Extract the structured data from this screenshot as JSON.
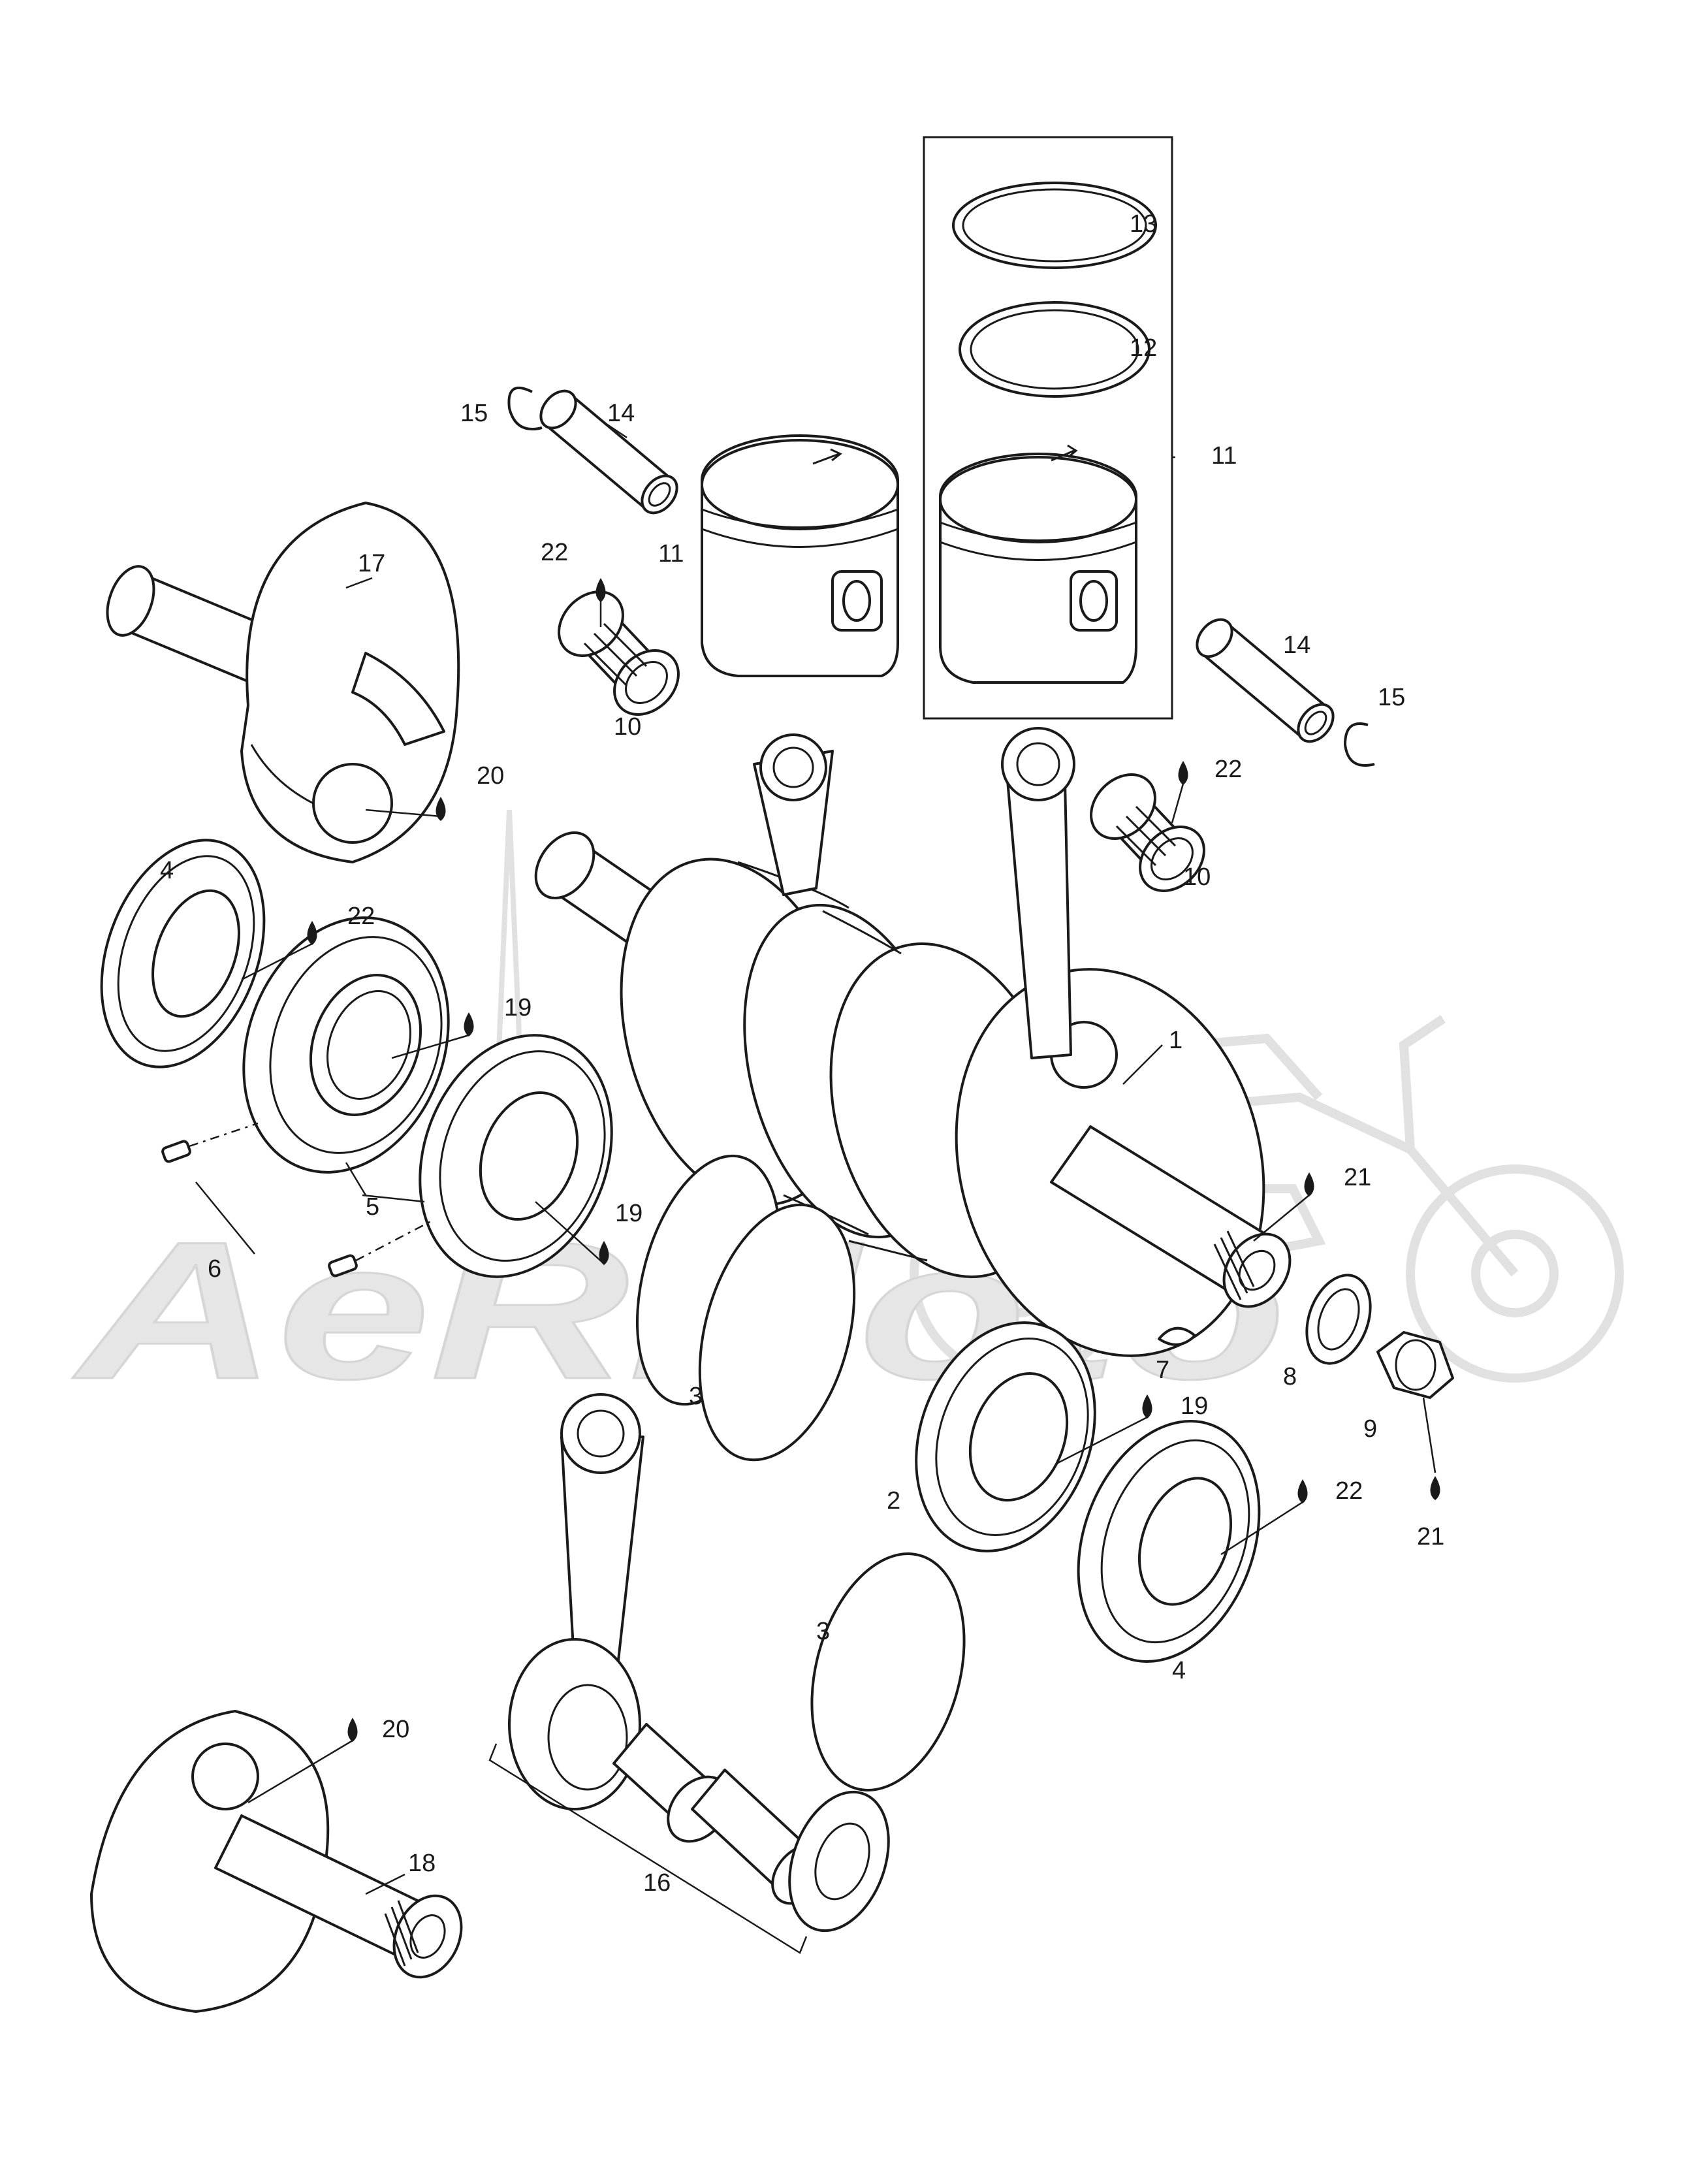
{
  "watermark": "AeRMoto",
  "callouts": {
    "c1": "1",
    "c2": "2",
    "c3a": "3",
    "c3b": "3",
    "c4a": "4",
    "c4b": "4",
    "c5a": "5",
    "c6": "6",
    "c7": "7",
    "c8": "8",
    "c9": "9",
    "c10a": "10",
    "c10b": "10",
    "c11a": "11",
    "c11b": "11",
    "c12": "12",
    "c13": "13",
    "c14a": "14",
    "c14b": "14",
    "c15a": "15",
    "c15b": "15",
    "c16": "16",
    "c17": "17",
    "c18": "18",
    "c19a": "19",
    "c19b": "19",
    "c19c": "19",
    "c20a": "20",
    "c20b": "20",
    "c21a": "21",
    "c21b": "21",
    "c22a": "22",
    "c22b": "22",
    "c22c": "22",
    "c22d": "22"
  }
}
